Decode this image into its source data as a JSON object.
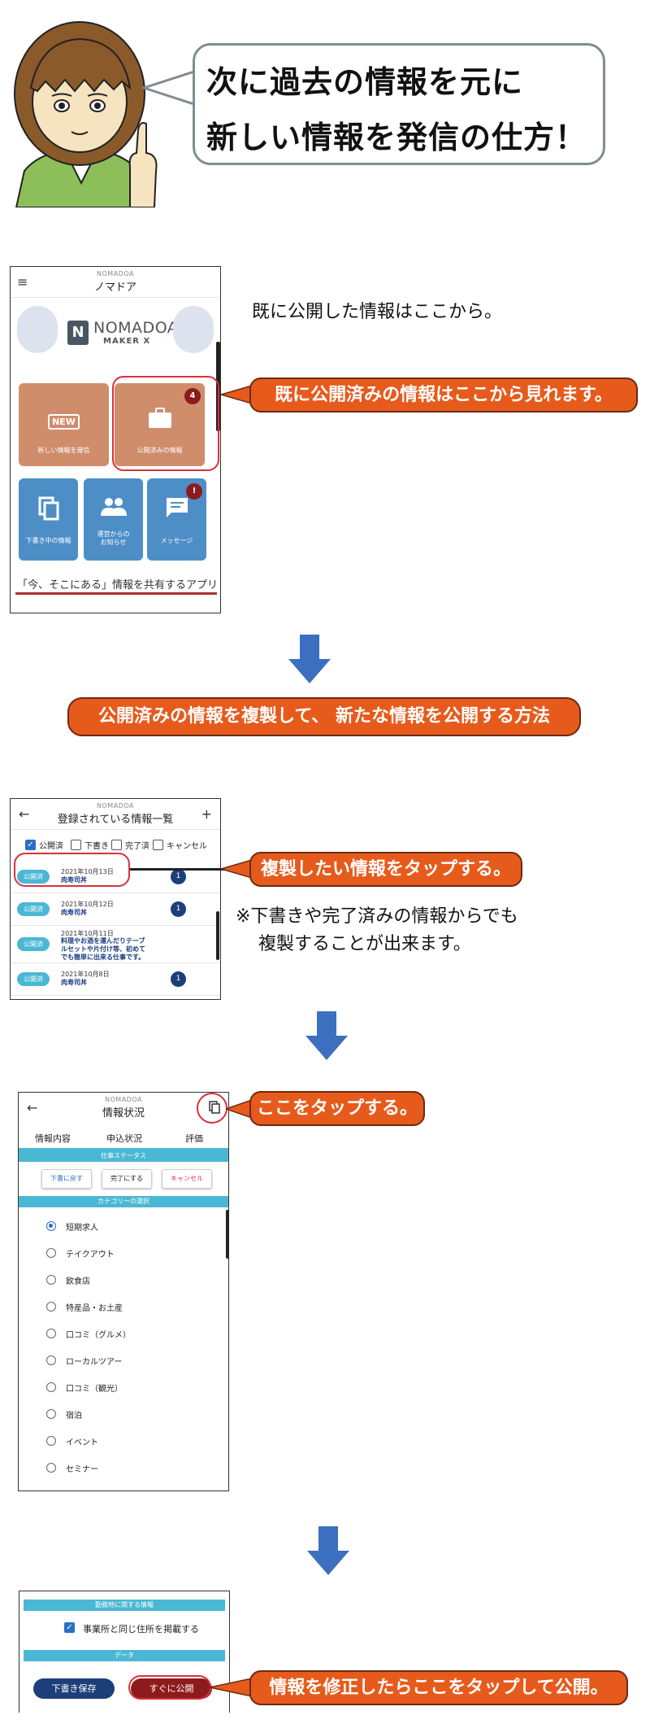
{
  "colors": {
    "accent_orange": "#e65b1c",
    "tile_orange": "#cf8d6c",
    "tile_blue": "#4e8ec7",
    "cyan": "#4ab8d4",
    "badge_red": "#8e1b1b",
    "navy": "#1c3f7a",
    "arrow_blue": "#3d6fc0",
    "ring_red": "#d9313b"
  },
  "intro": {
    "bubble_line1": "次に過去の情報を元に",
    "bubble_line2": "新しい情報を発信の仕方！"
  },
  "phone1": {
    "brand": "NOMADOA",
    "title": "ノマドア",
    "menu_icon": "hamburger-icon",
    "logo_text": "NOMADOA",
    "logo_sub": "MAKER X",
    "tiles": [
      {
        "label": "新しい情報を発信",
        "icon": "new-icon"
      },
      {
        "label": "公開済みの情報",
        "icon": "briefcase-icon",
        "badge": "4"
      },
      {
        "label": "下書き中の情報",
        "icon": "copy-icon"
      },
      {
        "label": "運営からのお知らせ",
        "icon": "people-icon"
      },
      {
        "label": "メッセージ",
        "icon": "chat-icon",
        "badge": "!"
      }
    ],
    "tagline": "「今、そこにある」情報を共有するアプリ"
  },
  "captions": {
    "published_here": "既に公開した情報はここから。",
    "note_line1": "※下書きや完了済みの情報からでも",
    "note_line2": "複製することが出来ます。"
  },
  "callouts": {
    "published_view": "既に公開済みの情報はここから見れます。",
    "section_title": "公開済みの情報を複製して、 新たな情報を公開する方法",
    "tap_duplicate": "複製したい情報をタップする。",
    "tap_here": "ここをタップする。",
    "publish_after_edit": "情報を修正したらここをタップして公開。"
  },
  "phone2": {
    "brand": "NOMADOA",
    "title": "登録されている情報一覧",
    "back_icon": "back-arrow-icon",
    "add_icon": "plus-icon",
    "filters": [
      {
        "label": "公開済",
        "checked": true
      },
      {
        "label": "下書き",
        "checked": false
      },
      {
        "label": "完了済",
        "checked": false
      },
      {
        "label": "キャンセル",
        "checked": false
      }
    ],
    "rows": [
      {
        "status": "公開済",
        "date": "2021年10月13日",
        "title": "肉寿司丼",
        "count": "1"
      },
      {
        "status": "公開済",
        "date": "2021年10月12日",
        "title": "肉寿司丼",
        "count": "1"
      },
      {
        "status": "公開済",
        "date": "2021年10月11日",
        "title_lines": [
          "料理やお酒を運んだりテーブ",
          "ルセットや片付け等、初めて",
          "でも簡単に出来る仕事です。"
        ],
        "count": ""
      },
      {
        "status": "公開済",
        "date": "2021年10月8日",
        "title": "肉寿司丼",
        "count": "1"
      }
    ]
  },
  "phone3": {
    "brand": "NOMADOA",
    "title": "情報状況",
    "back_icon": "back-arrow-icon",
    "copy_icon": "copy-icon",
    "tabs": [
      "情報内容",
      "申込状況",
      "評価"
    ],
    "job_status_header": "仕事ステータス",
    "buttons": [
      "下書に戻す",
      "完了にする",
      "キャンセル"
    ],
    "category_header": "カテゴリーの選択",
    "categories": [
      {
        "label": "短期求人",
        "selected": true
      },
      {
        "label": "テイクアウト",
        "selected": false
      },
      {
        "label": "飲食店",
        "selected": false
      },
      {
        "label": "特産品・お土産",
        "selected": false
      },
      {
        "label": "口コミ（グルメ）",
        "selected": false
      },
      {
        "label": "ローカルツアー",
        "selected": false
      },
      {
        "label": "口コミ（観光）",
        "selected": false
      },
      {
        "label": "宿泊",
        "selected": false
      },
      {
        "label": "イベント",
        "selected": false
      },
      {
        "label": "セミナー",
        "selected": false
      }
    ]
  },
  "phone4": {
    "header1": "勤務地に関する情報",
    "address_checkbox": "事業所と同じ住所を掲載する",
    "header2": "データ",
    "save_draft": "下書き保存",
    "publish_now": "すぐに公開"
  }
}
